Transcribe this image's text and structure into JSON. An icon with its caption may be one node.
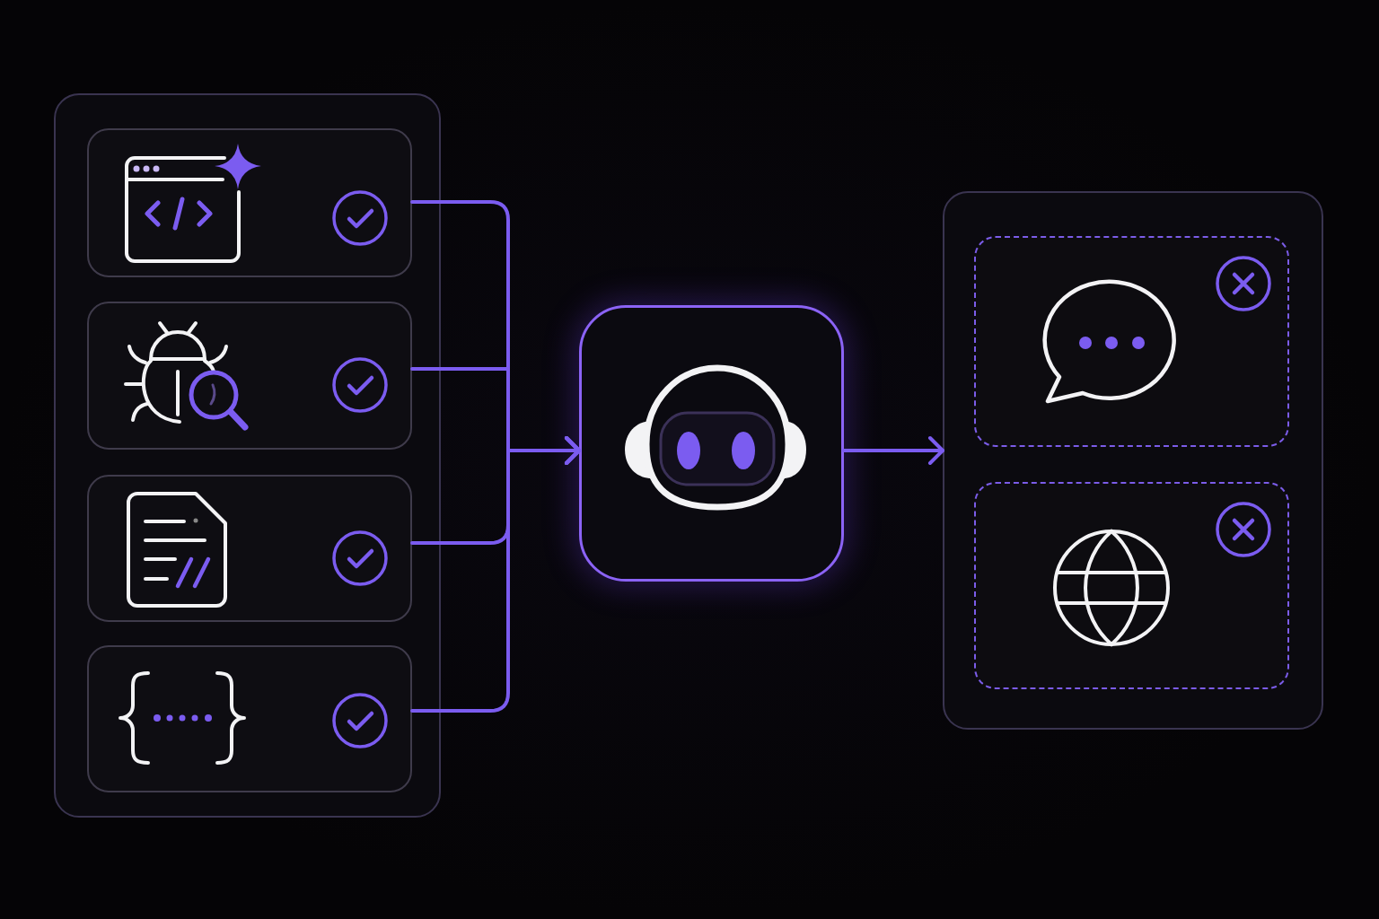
{
  "diagram": {
    "nodes": [
      {
        "text": [],
        "shape": "box"
      },
      {
        "text": [],
        "shape": "box",
        "in": 0
      },
      {
        "text": [],
        "shape": "box",
        "in": 0
      },
      {
        "text": [],
        "shape": "box",
        "in": 0
      },
      {
        "text": [],
        "shape": "box",
        "in": 0
      },
      {
        "text": [],
        "shape": "box"
      },
      {
        "text": [],
        "shape": "box"
      },
      {
        "text": [],
        "shape": "box",
        "in": 6
      },
      {
        "text": [],
        "shape": "box",
        "in": 6
      }
    ],
    "edges": [
      {
        "from": 1,
        "to": 5,
        "arrow": "to"
      },
      {
        "from": 2,
        "to": 5,
        "arrow": "to"
      },
      {
        "from": 3,
        "to": 5,
        "arrow": "to"
      },
      {
        "from": 4,
        "to": 5,
        "arrow": "to"
      },
      {
        "from": 5,
        "to": 6,
        "arrow": "to"
      }
    ]
  }
}
